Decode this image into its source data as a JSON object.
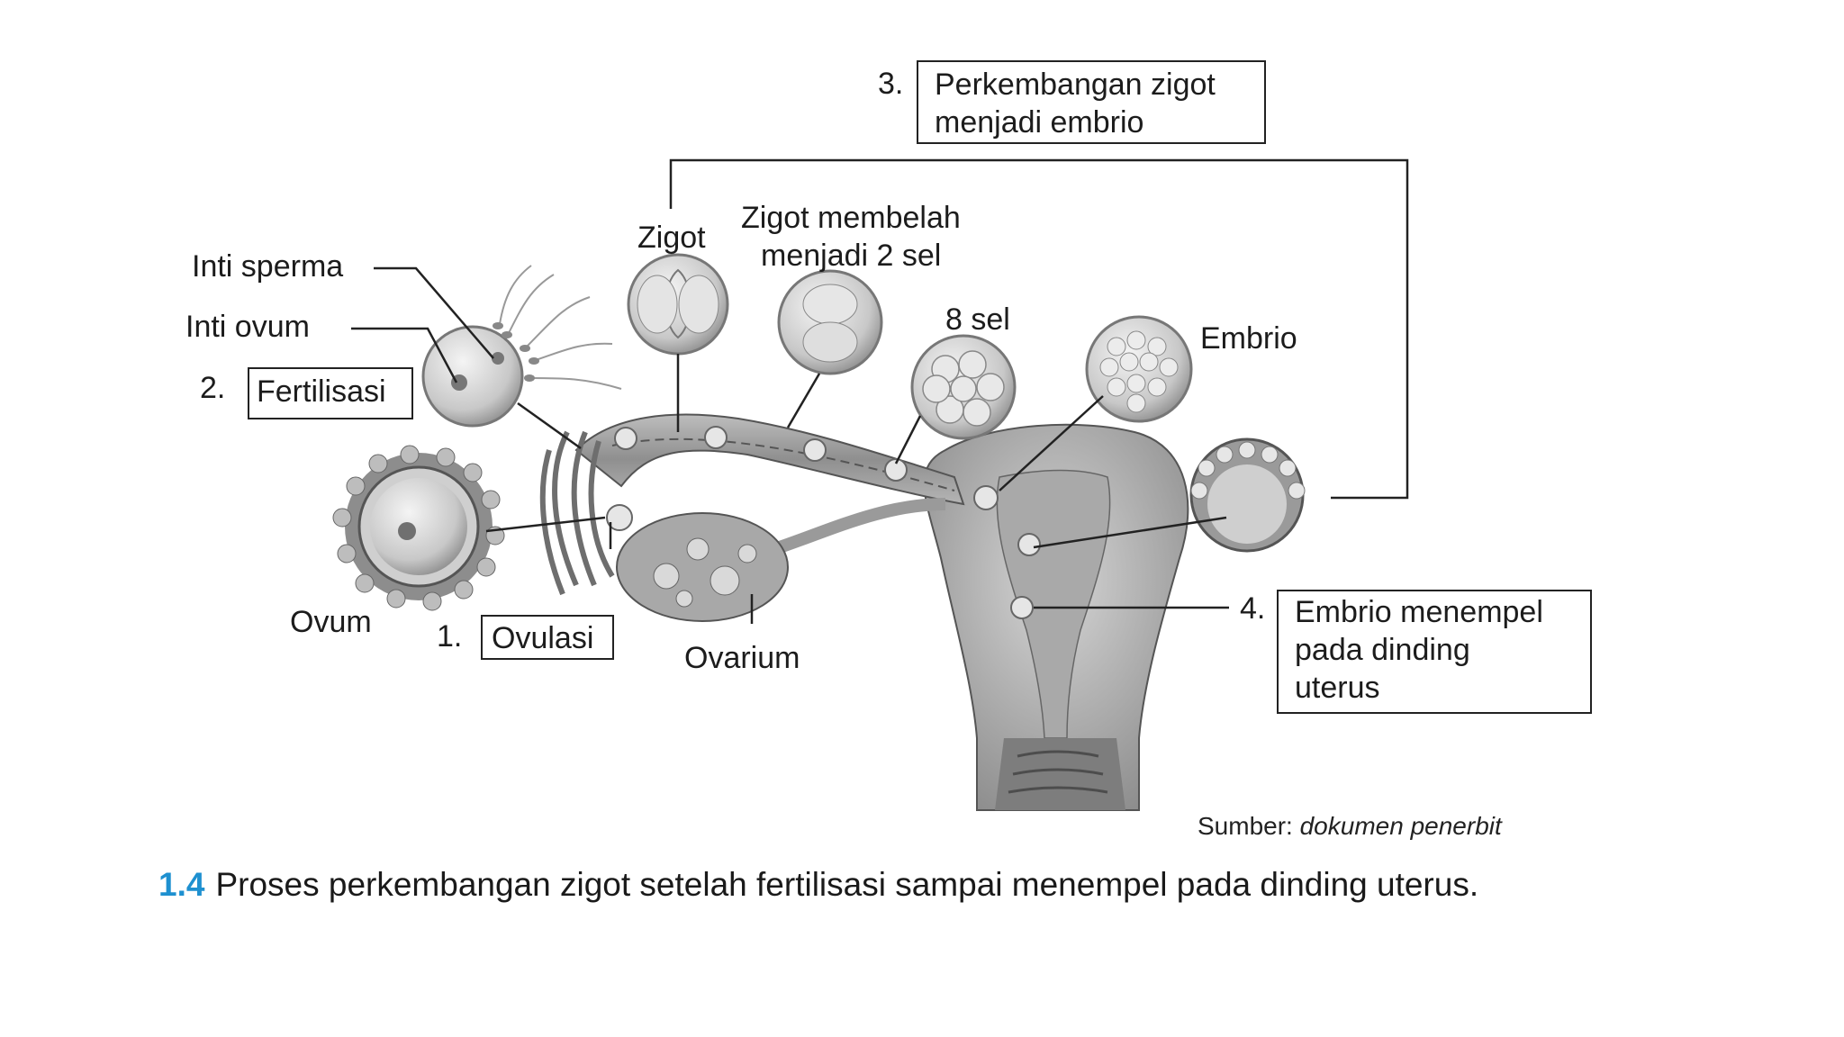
{
  "labels": {
    "inti_sperma": "Inti sperma",
    "inti_ovum": "Inti ovum",
    "zigot": "Zigot",
    "zigot_membelah_1": "Zigot membelah",
    "zigot_membelah_2": "menjadi 2 sel",
    "delapan_sel": "8 sel",
    "embrio": "Embrio",
    "ovum": "Ovum",
    "ovarium": "Ovarium"
  },
  "steps": [
    {
      "number": "1.",
      "lines": [
        "Ovulasi"
      ]
    },
    {
      "number": "2.",
      "lines": [
        "Fertilisasi"
      ]
    },
    {
      "number": "3.",
      "lines": [
        "Perkembangan zigot",
        "menjadi embrio"
      ]
    },
    {
      "number": "4.",
      "lines": [
        "Embrio menempel",
        "pada dinding",
        "uterus"
      ]
    }
  ],
  "source": {
    "prefix": "Sumber:",
    "text": "dokumen penerbit"
  },
  "caption": {
    "figure": "1.4",
    "text": "Proses perkembangan zigot setelah fertilisasi sampai menempel pada dinding uterus."
  },
  "colors": {
    "figure_number": "#1e90d0",
    "illustration": "#9a9a9a"
  }
}
